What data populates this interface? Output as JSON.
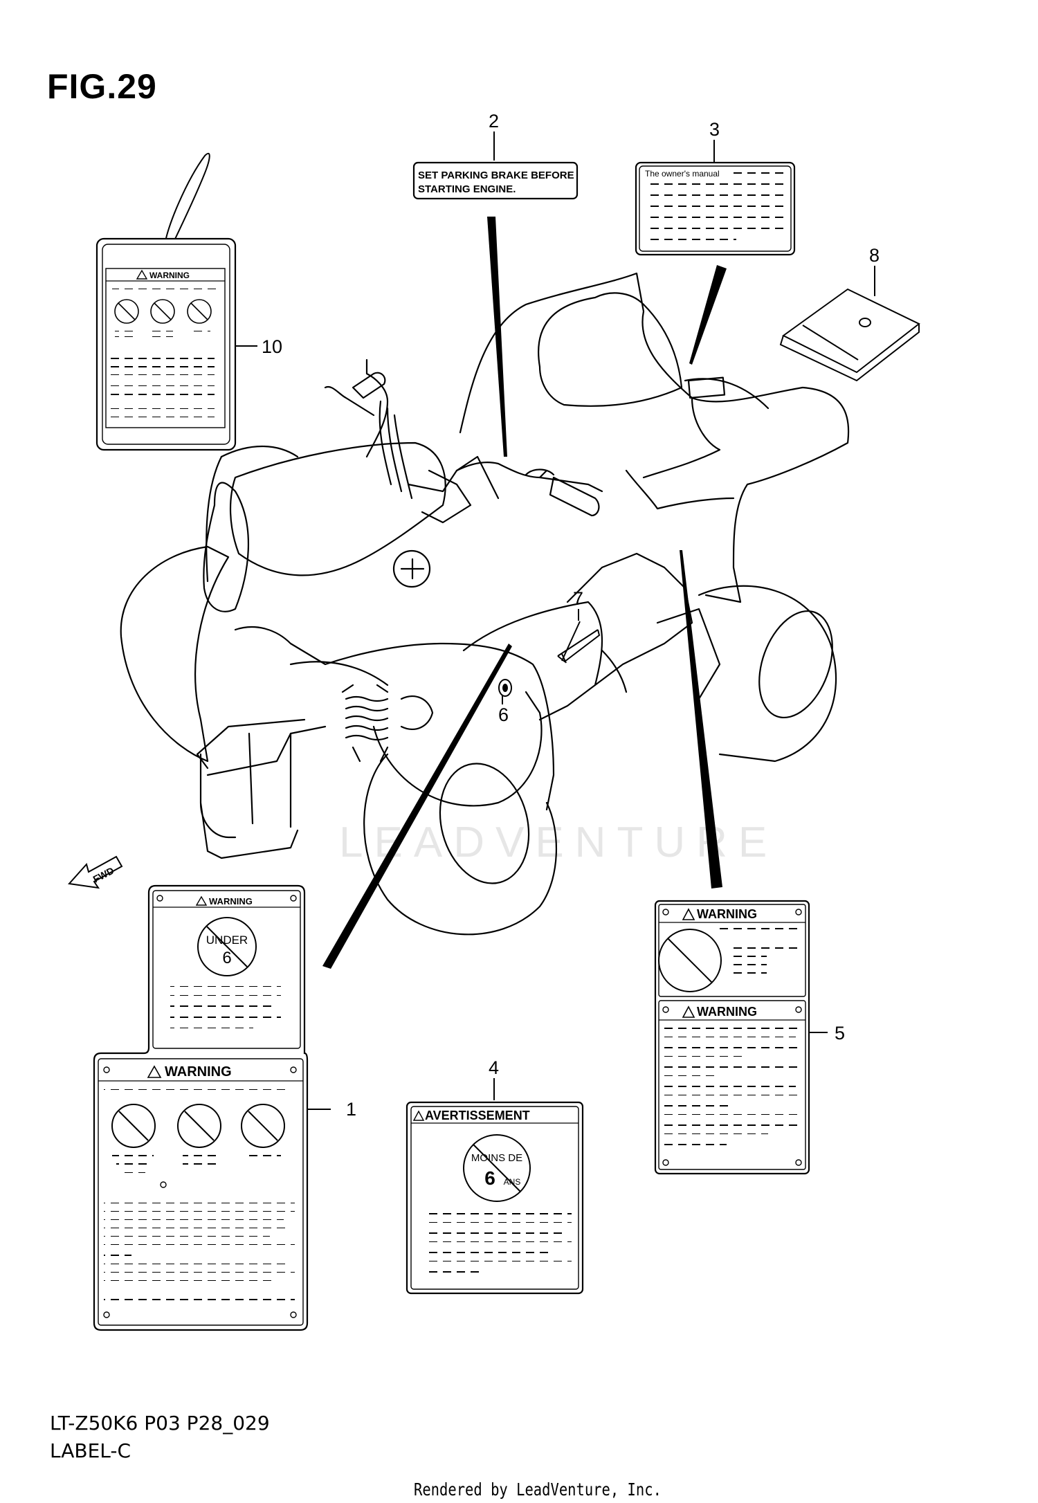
{
  "figure": {
    "title": "FIG.29",
    "model_code": "LT-Z50K6 P03 P28_029",
    "section_label": "LABEL-C",
    "rendered_by": "Rendered by LeadVenture, Inc.",
    "watermark": "LEADVENTURE"
  },
  "callouts": [
    {
      "number": "1"
    },
    {
      "number": "2"
    },
    {
      "number": "3"
    },
    {
      "number": "4"
    },
    {
      "number": "5"
    },
    {
      "number": "6"
    },
    {
      "number": "7"
    },
    {
      "number": "8"
    },
    {
      "number": "10"
    }
  ],
  "labels": {
    "label_2": {
      "line1": "SET PARKING BRAKE BEFORE",
      "line2": "STARTING ENGINE."
    },
    "label_3": {
      "text": "The owner's manual"
    },
    "label_1_top": {
      "heading": "WARNING",
      "badge_line1": "UNDER",
      "badge_line2": "6"
    },
    "label_1_main": {
      "heading": "WARNING"
    },
    "label_4": {
      "heading": "AVERTISSEMENT",
      "badge_line1": "MOINS DE",
      "badge_big": "6",
      "badge_small": "ANS"
    },
    "label_5_top": {
      "heading": "WARNING"
    },
    "label_5_bottom": {
      "heading": "WARNING"
    },
    "label_10": {
      "heading": "WARNING"
    },
    "fwd_arrow": {
      "text": "FWD"
    }
  }
}
